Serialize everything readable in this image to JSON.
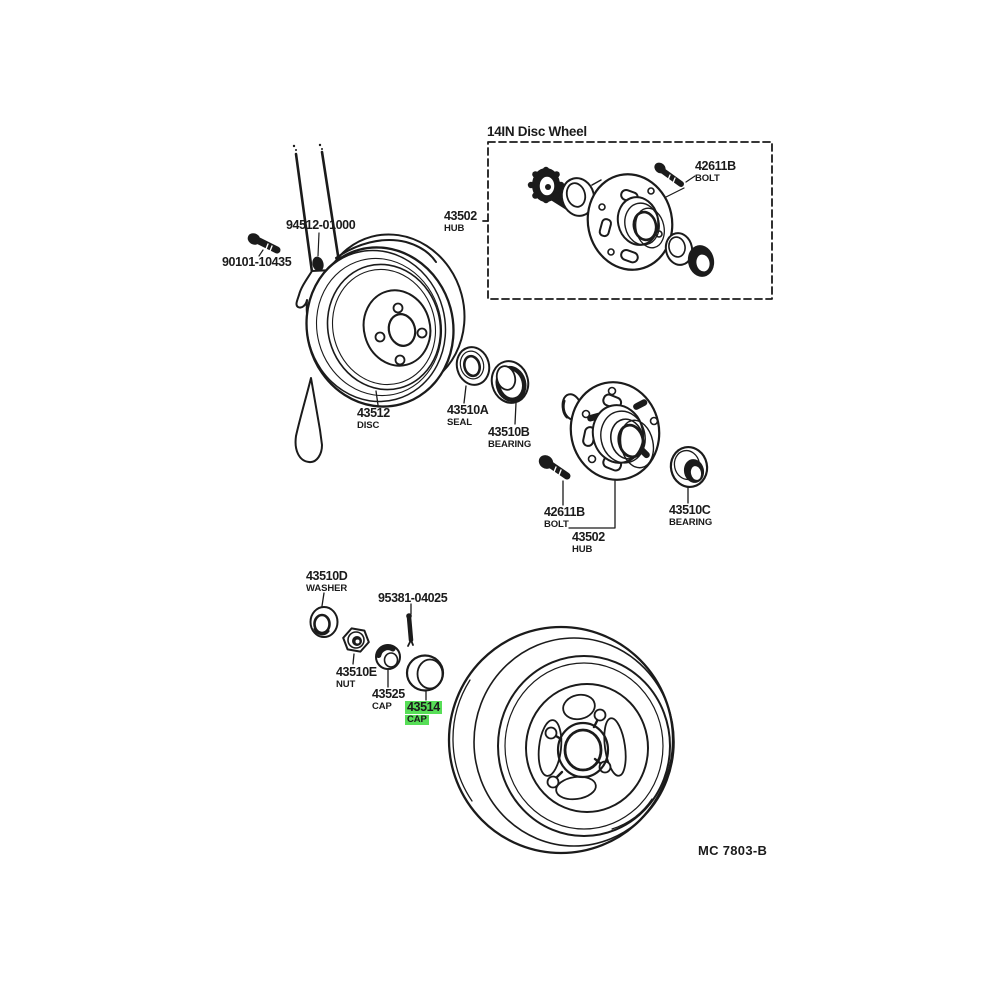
{
  "figure": {
    "inset_title": "14IN Disc Wheel",
    "figure_code": "MC 7803-B",
    "ink_color": "#1b1b1b",
    "highlight_color": "#57de57",
    "background_color": "#ffffff"
  },
  "parts": {
    "bolt_box": {
      "number": "42611B",
      "caption": "BOLT"
    },
    "hub_box": {
      "number": "43502",
      "caption": "HUB"
    },
    "strut_grommet": {
      "number": "94512-01000"
    },
    "knuckle_bolt": {
      "number": "90101-10435"
    },
    "disc": {
      "number": "43512",
      "caption": "DISC"
    },
    "seal": {
      "number": "43510A",
      "caption": "SEAL"
    },
    "bearing_inner": {
      "number": "43510B",
      "caption": "BEARING"
    },
    "bolt_hub": {
      "number": "42611B",
      "caption": "BOLT"
    },
    "hub": {
      "number": "43502",
      "caption": "HUB"
    },
    "bearing_outer": {
      "number": "43510C",
      "caption": "BEARING"
    },
    "washer": {
      "number": "43510D",
      "caption": "WASHER"
    },
    "cotter_pin": {
      "number": "95381-04025"
    },
    "nut": {
      "number": "43510E",
      "caption": "NUT"
    },
    "cap_inner": {
      "number": "43525",
      "caption": "CAP"
    },
    "cap_grease": {
      "number": "43514",
      "caption": "CAP",
      "highlighted": true
    }
  }
}
